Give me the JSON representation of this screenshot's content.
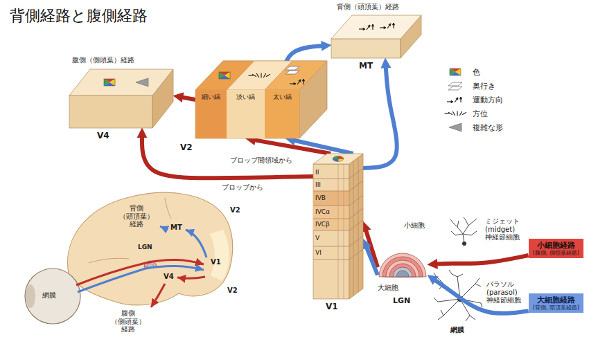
{
  "diagram": {
    "title": "背側経路と腹側経路",
    "nodes": [
      {
        "text": [
          "背側（頭頂葉）経路",
          "MT"
        ]
      },
      {
        "text": [
          "腹側（側頭葉）経路",
          "V4"
        ]
      },
      {
        "text": [
          "V2"
        ]
      },
      {
        "text": [
          "細い縞"
        ],
        "in": 2
      },
      {
        "text": [
          "淡い縞"
        ],
        "in": 2
      },
      {
        "text": [
          "太い縞"
        ],
        "in": 2
      },
      {
        "text": [
          "V1"
        ]
      },
      {
        "text": [
          "小細胞",
          "大細胞",
          "LGN"
        ]
      },
      {
        "text": [
          "小細胞経路",
          "(腹側, 側頭葉経路)"
        ]
      },
      {
        "text": [
          "大細胞経路",
          "(背側, 頭頂葉経路)"
        ]
      }
    ],
    "edges": [
      {
        "from": 8,
        "to": 7,
        "arrow": "to"
      },
      {
        "from": 9,
        "to": 7,
        "arrow": "to"
      },
      {
        "from": 7,
        "to": 6,
        "arrow": "to"
      },
      {
        "from": 7,
        "to": 6,
        "arrow": "to"
      },
      {
        "from": 6,
        "to": 4,
        "label": "ブロッブ間領域から",
        "arrow": "to"
      },
      {
        "from": 6,
        "to": 5,
        "arrow": "to"
      },
      {
        "from": 6,
        "to": 1,
        "label": "ブロッブから",
        "arrow": "to"
      },
      {
        "from": 3,
        "to": 1,
        "arrow": "to"
      },
      {
        "from": 5,
        "to": 0,
        "arrow": "to"
      },
      {
        "from": 6,
        "to": 0,
        "arrow": "to"
      }
    ],
    "labels": [
      "II",
      "III",
      "IVB",
      "IVCα",
      "IVCβ",
      "V",
      "VI",
      "ミジェット (midget) 神経節細胞",
      "パラソル (parasol) 神経節細胞",
      "網膜",
      "背側 （頭頂葉） 経路",
      "MT",
      "V2",
      "LGN",
      "V1",
      "V4",
      "V2",
      "網膜",
      "腹側 （側頭葉） 経路"
    ],
    "legend": [
      {
        "text": "色"
      },
      {
        "text": "奥行き"
      },
      {
        "text": "運動方向"
      },
      {
        "text": "方位"
      },
      {
        "text": "複雑な形"
      }
    ]
  }
}
